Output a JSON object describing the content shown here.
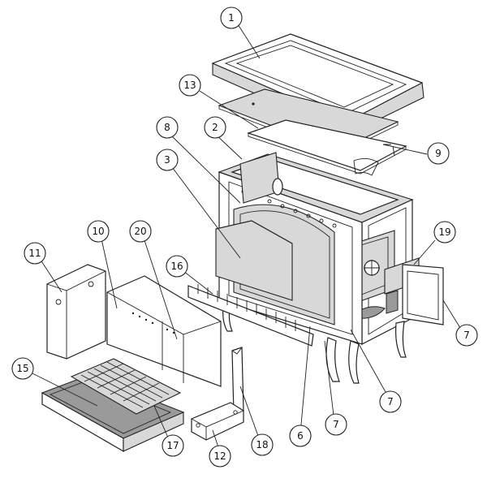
{
  "callouts": [
    {
      "id": "c1",
      "label": "1"
    },
    {
      "id": "c13",
      "label": "13"
    },
    {
      "id": "c8",
      "label": "8"
    },
    {
      "id": "c2",
      "label": "2"
    },
    {
      "id": "c3",
      "label": "3"
    },
    {
      "id": "c9",
      "label": "9"
    },
    {
      "id": "c19",
      "label": "19"
    },
    {
      "id": "c11",
      "label": "11"
    },
    {
      "id": "c10",
      "label": "10"
    },
    {
      "id": "c20",
      "label": "20"
    },
    {
      "id": "c16",
      "label": "16"
    },
    {
      "id": "c7a",
      "label": "7"
    },
    {
      "id": "c7b",
      "label": "7"
    },
    {
      "id": "c7c",
      "label": "7"
    },
    {
      "id": "c15",
      "label": "15"
    },
    {
      "id": "c17",
      "label": "17"
    },
    {
      "id": "c12",
      "label": "12"
    },
    {
      "id": "c18",
      "label": "18"
    },
    {
      "id": "c6",
      "label": "6"
    }
  ]
}
